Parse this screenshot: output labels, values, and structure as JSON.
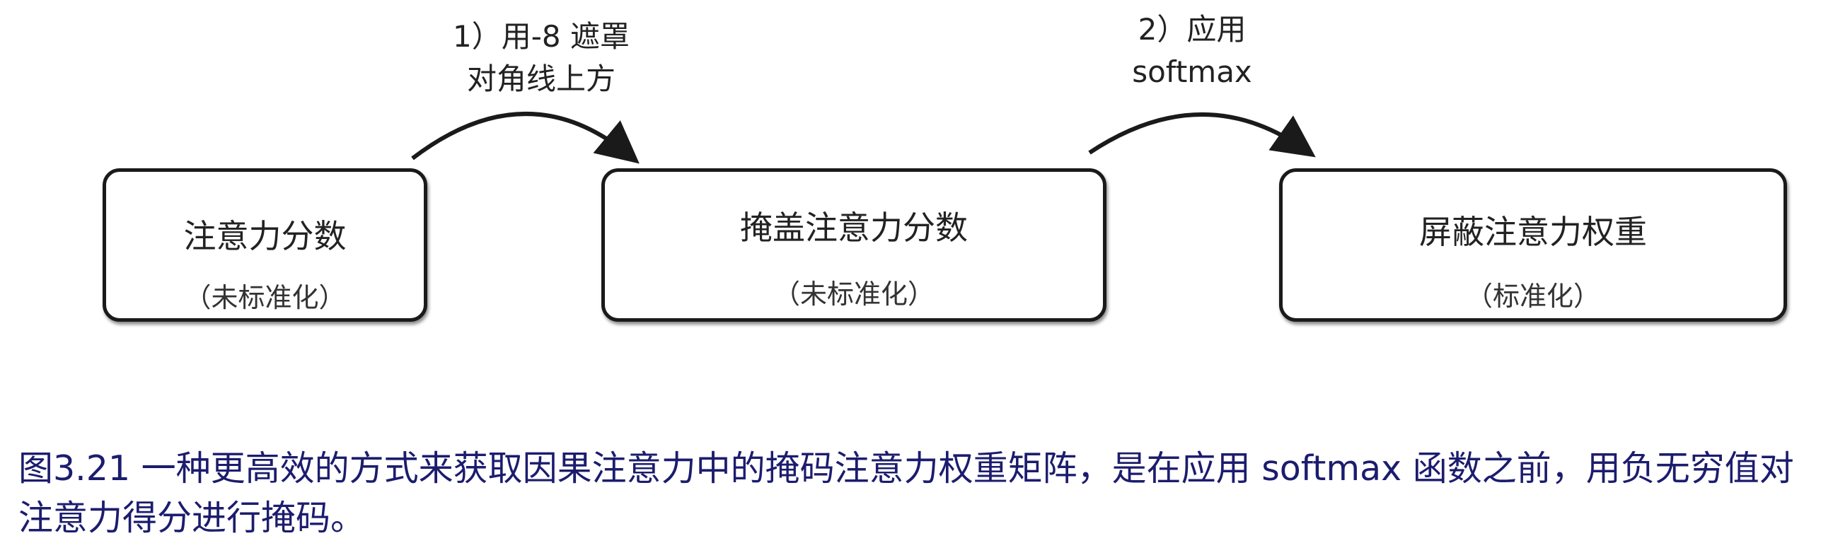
{
  "diagram": {
    "boxes": [
      {
        "title": "注意力分数",
        "subtitle": "（未标准化）"
      },
      {
        "title": "掩盖注意力分数",
        "subtitle": "（未标准化）"
      },
      {
        "title": "屏蔽注意力权重",
        "subtitle": "（标准化）"
      }
    ],
    "steps": [
      {
        "line1": "1）用-8 遮罩",
        "line2": "对角线上方"
      },
      {
        "line1": "2）应用",
        "line2": "softmax"
      }
    ]
  },
  "caption": {
    "figure_label": "图3.21",
    "text": " 一种更高效的方式来获取因果注意力中的掩码注意力权重矩阵，是在应用 softmax 函数之前，用负无穷值对注意力得分进行掩码。"
  },
  "colors": {
    "box_border": "#1a1a1a",
    "caption_text": "#1c1c6e",
    "label_text": "#222222"
  }
}
